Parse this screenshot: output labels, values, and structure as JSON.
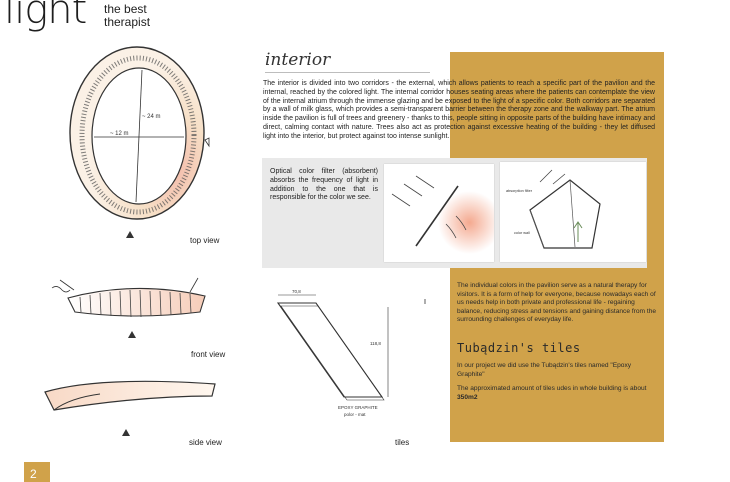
{
  "header": {
    "title": "light",
    "subtitle_line1": "the best",
    "subtitle_line2": "therapist"
  },
  "interior": {
    "heading": "interior",
    "paragraph": "The interior is divided into two corridors - the external, which allows patients to reach a specific part of the pavilion and the internal, reached by the colored light. The internal corridor houses seating areas where the patients can contemplate the view of the internal atrium through the immense glazing and be exposed to the light of a specific color. Both corridors are separated by a wall of milk glass, which provides a semi-transparent barrier between the therapy zone and the walkway part. The atrium inside the pavilion is full of trees and greenery - thanks to this, people sitting in opposite parts of the building have intimacy and direct, calming contact with nature. Trees also act as protection against excessive heating of the building - they let diffused light into the interior, but protect against too intense sunlight."
  },
  "filter": {
    "text": "Optical color filter (absorbent) absorbs the frequency of light in addition to the one that is responsible for the color we see."
  },
  "sketches": {
    "top_view_label": "top view",
    "front_view_label": "front view",
    "side_view_label": "side view",
    "tiles_label": "tiles",
    "dim_long": "~ 24 m",
    "dim_short": "~ 12 m",
    "dim_tile_short": "70,8",
    "dim_tile_long": "118,8",
    "tile_note_line1": "EPOXY GRAPHITE",
    "tile_note_line2": "polor - mat",
    "section_note1": "absorption filter",
    "section_note2": "color wall"
  },
  "pavilion": {
    "text": "The individual colors in the pavilion serve as a natural therapy for visitors. It is a form of help for everyone, because nowadays each of us needs help in both private and professional life - regaining balance, reducing stress and tensions and gaining distance from the surrounding challenges of everyday life."
  },
  "tiles": {
    "heading": "Tubądzin's tiles",
    "text1": "In our project we did use the Tubądzin's tiles named \"Epoxy Graphite\"",
    "text2_prefix": "The approximated amount of tiles udes in whole building is about ",
    "amount": "350m2"
  },
  "page": {
    "number": "2"
  },
  "colors": {
    "gold": "#d0a24a",
    "panel_gray": "#e9e9e9"
  }
}
